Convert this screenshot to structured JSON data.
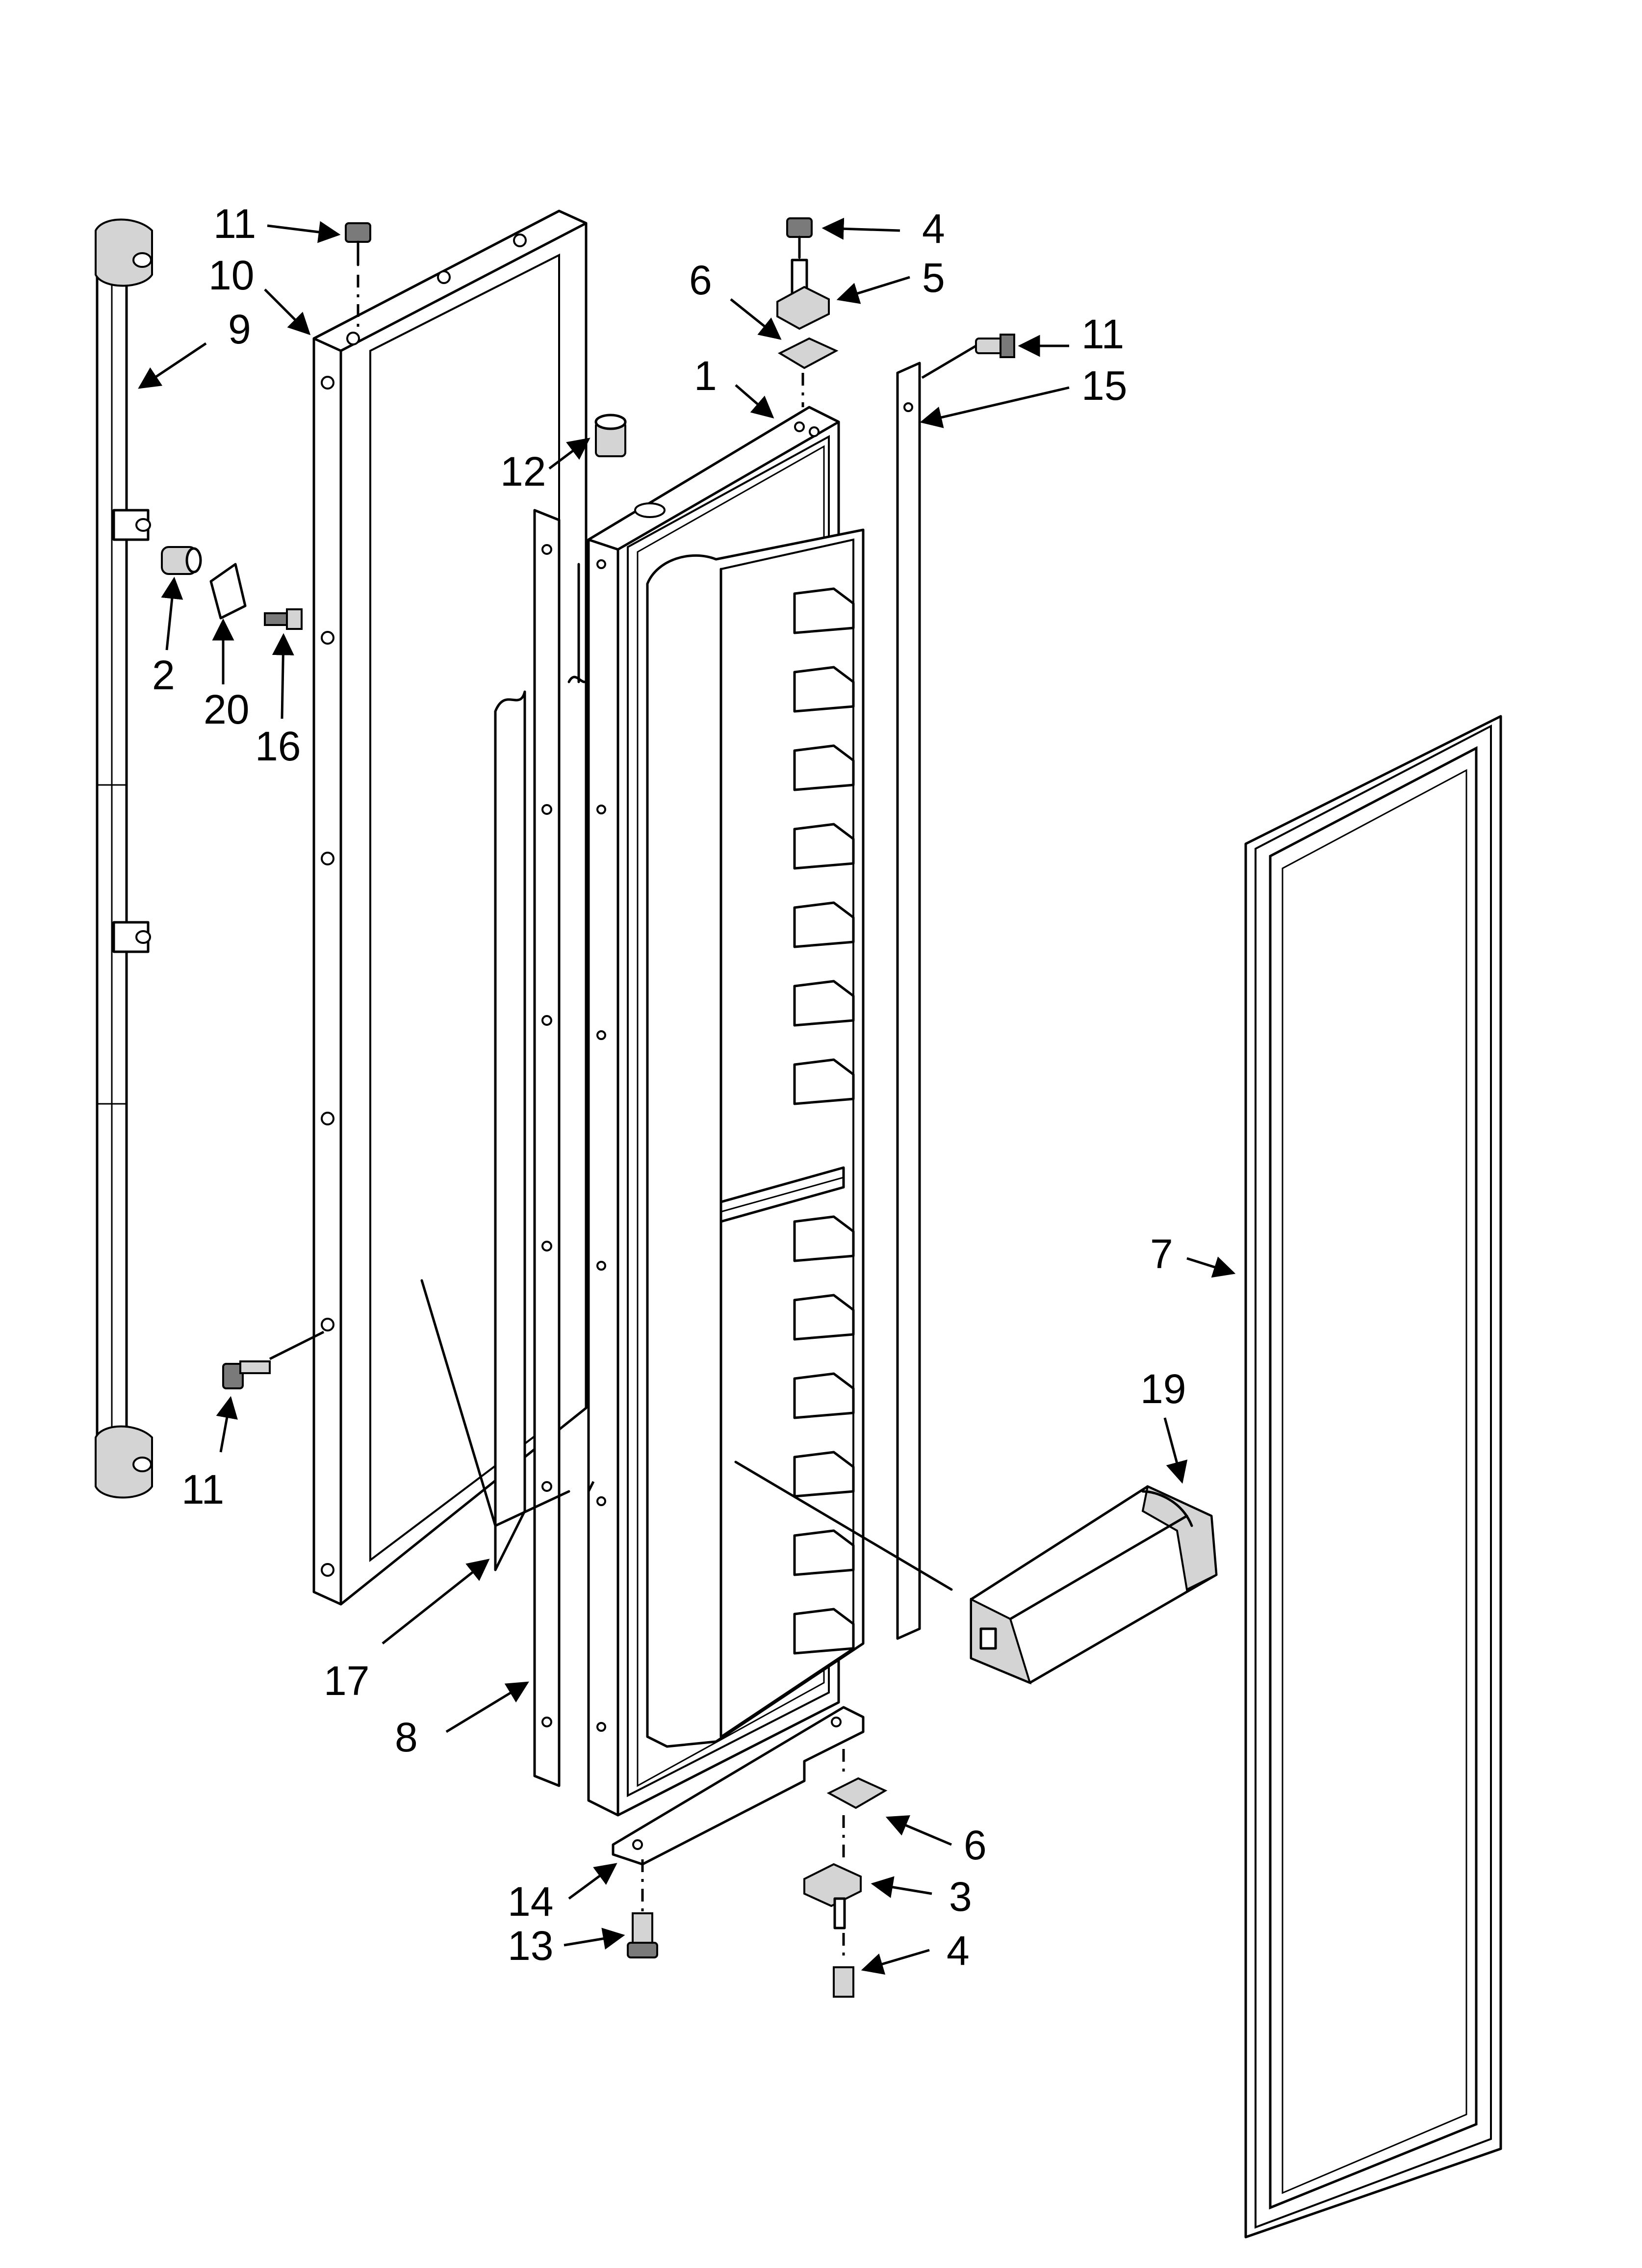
{
  "callouts": [
    {
      "id": "c1",
      "label": "1"
    },
    {
      "id": "c2",
      "label": "2"
    },
    {
      "id": "c3",
      "label": "3"
    },
    {
      "id": "c4a",
      "label": "4"
    },
    {
      "id": "c4b",
      "label": "4"
    },
    {
      "id": "c5",
      "label": "5"
    },
    {
      "id": "c6a",
      "label": "6"
    },
    {
      "id": "c6b",
      "label": "6"
    },
    {
      "id": "c7",
      "label": "7"
    },
    {
      "id": "c8",
      "label": "8"
    },
    {
      "id": "c9",
      "label": "9"
    },
    {
      "id": "c10",
      "label": "10"
    },
    {
      "id": "c11a",
      "label": "11"
    },
    {
      "id": "c11b",
      "label": "11"
    },
    {
      "id": "c11c",
      "label": "11"
    },
    {
      "id": "c12",
      "label": "12"
    },
    {
      "id": "c13",
      "label": "13"
    },
    {
      "id": "c14",
      "label": "14"
    },
    {
      "id": "c15",
      "label": "15"
    },
    {
      "id": "c16",
      "label": "16"
    },
    {
      "id": "c17",
      "label": "17"
    },
    {
      "id": "c19",
      "label": "19"
    },
    {
      "id": "c20",
      "label": "20"
    }
  ]
}
